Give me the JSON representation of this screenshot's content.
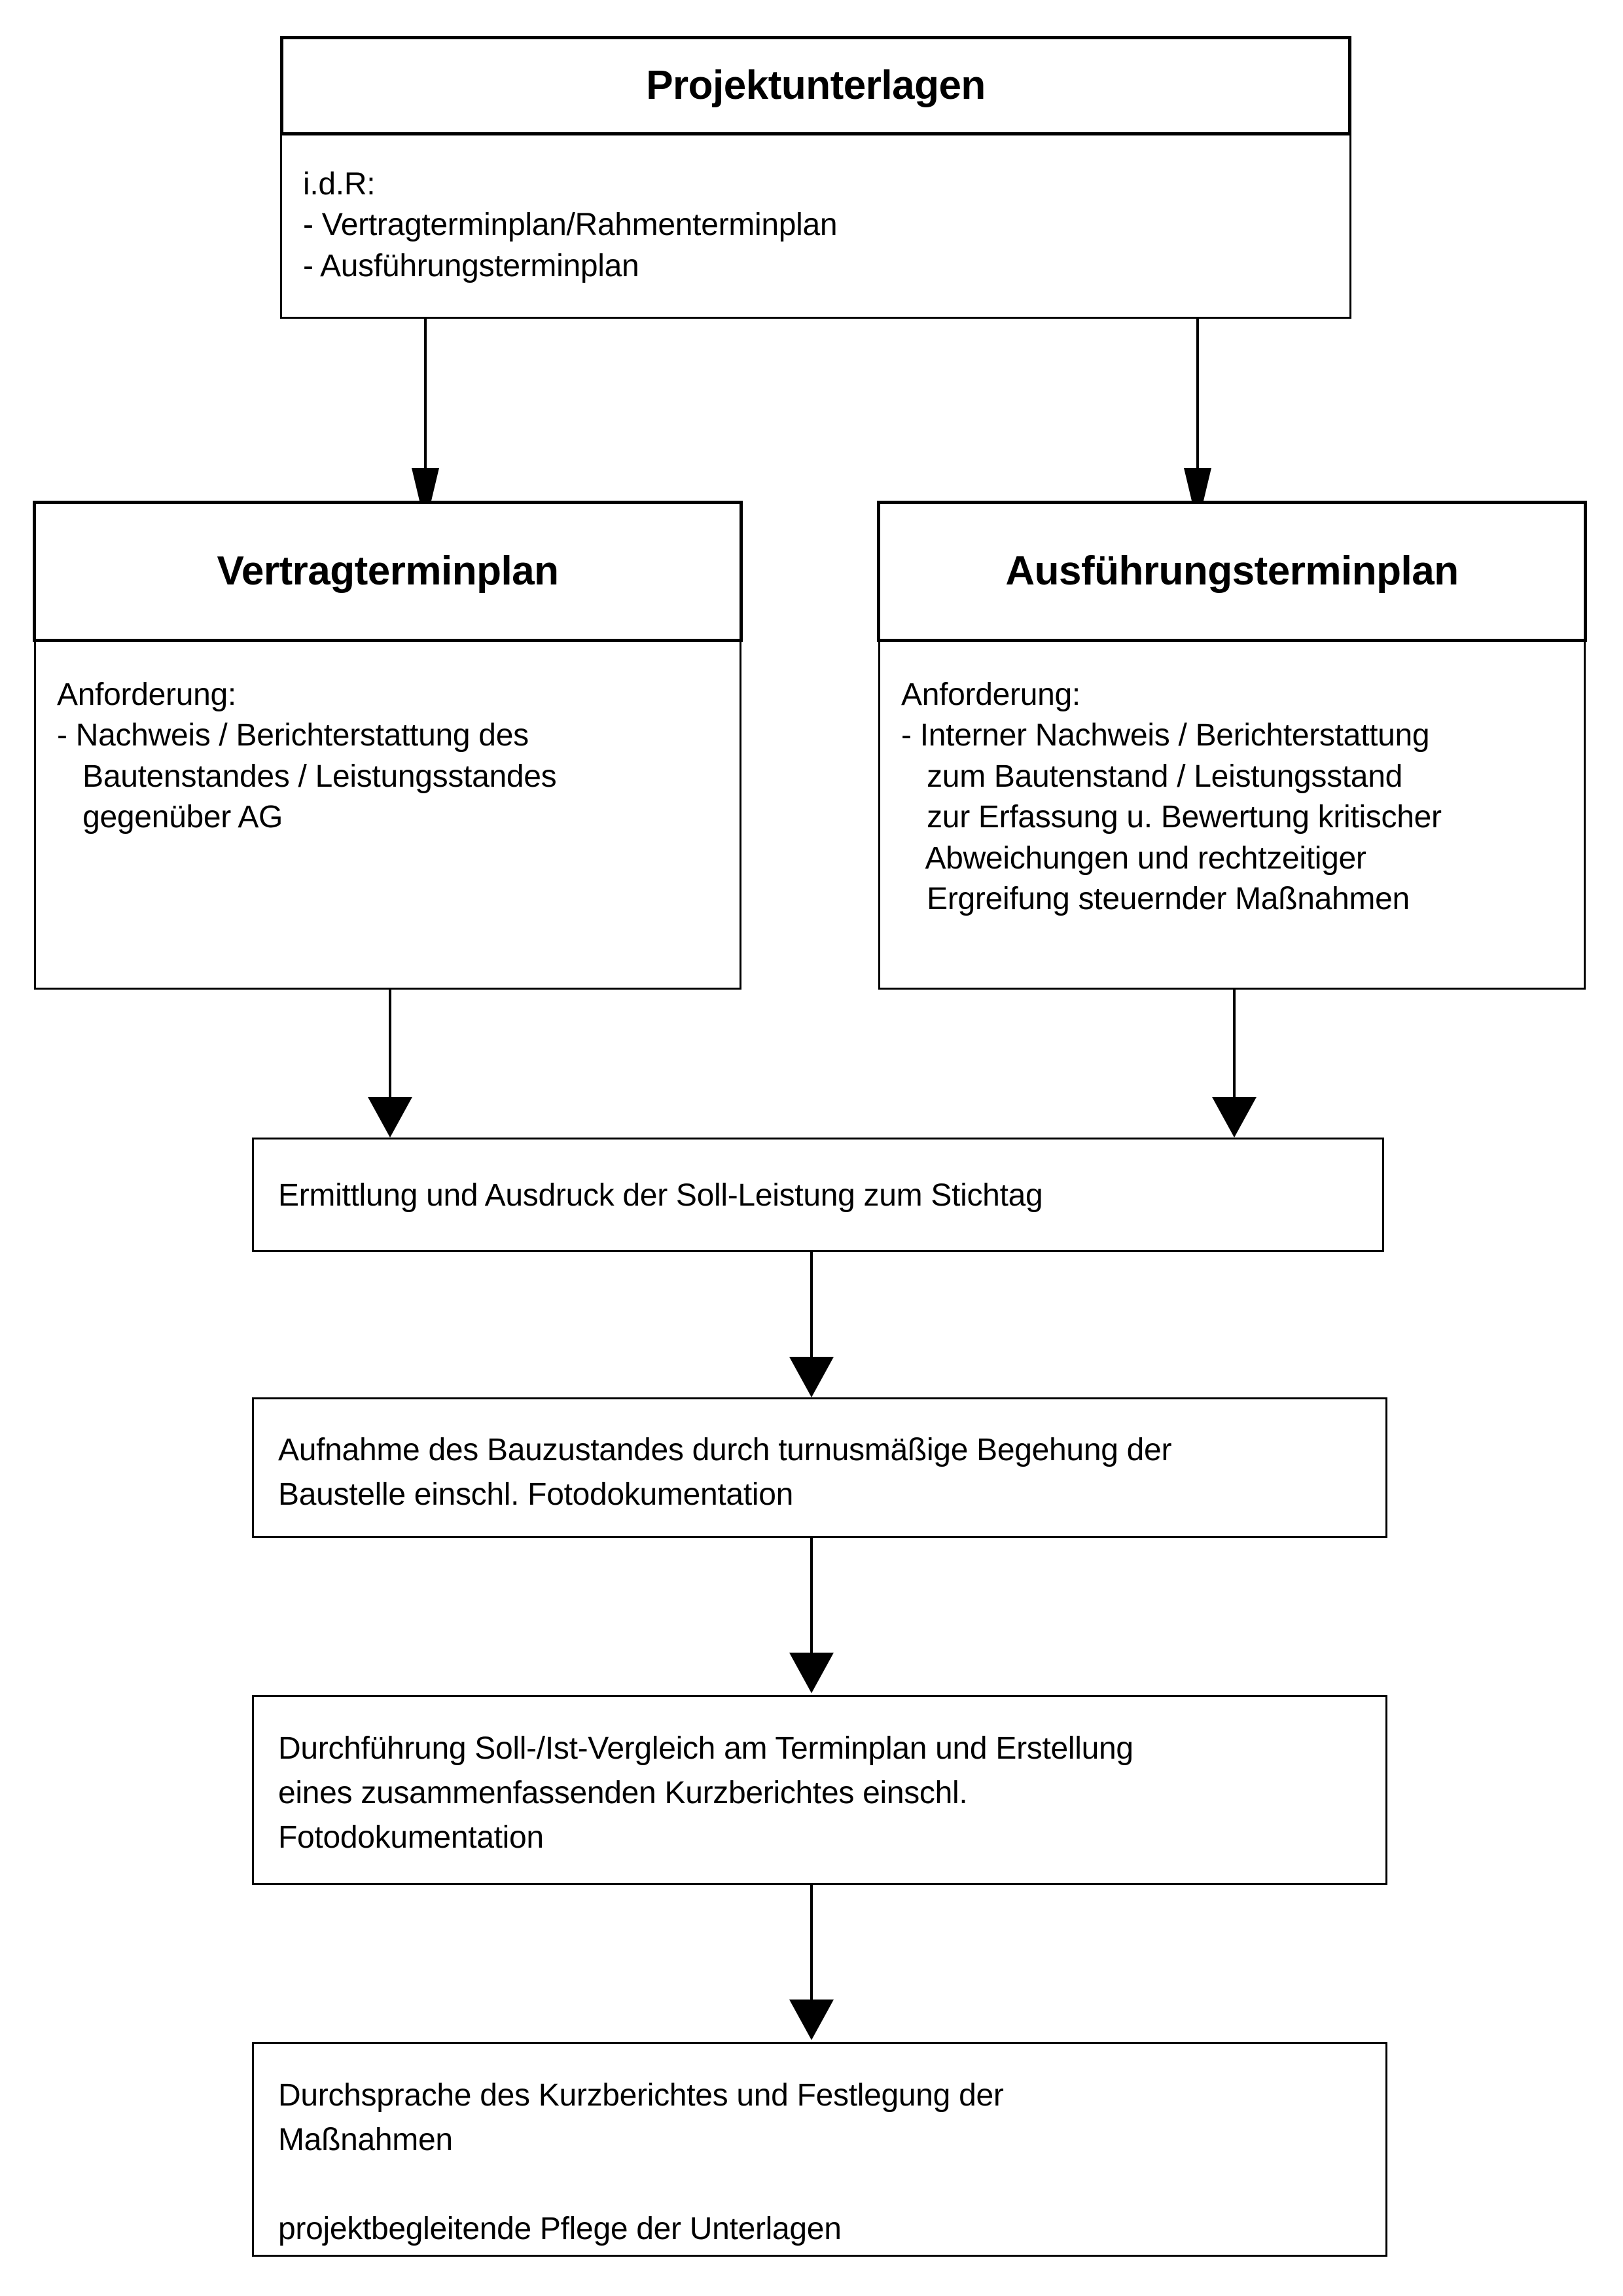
{
  "diagram": {
    "title": "Projektunterlagen",
    "language": "de"
  },
  "nodes": {
    "projektunterlagen": {
      "header": "Projektunterlagen",
      "body": "i.d.R:\n- Vertragterminplan/Rahmenterminplan\n- Ausführungsterminplan"
    },
    "vertragterminplan": {
      "header": "Vertragterminplan",
      "body": "Anforderung:\n- Nachweis / Berichterstattung des\n   Bautenstandes / Leistungsstandes\n   gegenüber AG"
    },
    "ausfuehrungsterminplan": {
      "header": "Ausführungsterminplan",
      "body": "Anforderung:\n- Interner Nachweis / Berichterstattung\n   zum Bautenstand / Leistungsstand\n   zur Erfassung u. Bewertung kritischer\n   Abweichungen und rechtzeitiger\n   Ergreifung steuernder Maßnahmen"
    },
    "soll_leistung": {
      "text": "Ermittlung und Ausdruck der Soll-Leistung zum Stichtag"
    },
    "aufnahme_bauzustand": {
      "text": "Aufnahme des Bauzustandes durch turnusmäßige Begehung der\nBaustelle einschl. Fotodokumentation"
    },
    "soll_ist_vergleich": {
      "text": "Durchführung Soll-/Ist-Vergleich am Terminplan und Erstellung\neines zusammenfassenden Kurzberichtes einschl.\nFotodokumentation"
    },
    "durchsprache": {
      "text": "Durchsprache des Kurzberichtes und Festlegung der\nMaßnahmen\n\nprojektbegleitende Pflege der Unterlagen"
    }
  },
  "colors": {
    "stroke": "#000000",
    "fill": "#ffffff",
    "text": "#000000"
  }
}
